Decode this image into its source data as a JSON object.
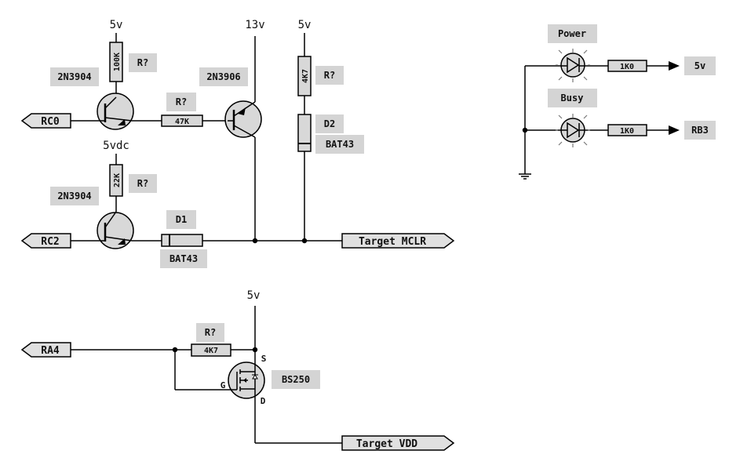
{
  "rails": {
    "v5_top_q1": "5v",
    "v13": "13v",
    "v5_top_r2": "5v",
    "v5dc": "5vdc",
    "v5_mosfet": "5v"
  },
  "resistors": {
    "r_base_q1_value": "100K",
    "r_base_q1_ref": "R?",
    "r_q1_q3_value": "47K",
    "r_q1_q3_ref": "R?",
    "r_pull_4k7_value": "4K7",
    "r_pull_4k7_ref": "R?",
    "r_base_q2_value": "22K",
    "r_base_q2_ref": "R?",
    "r_gate_value": "4K7",
    "r_gate_ref": "R?",
    "r_led_power_value": "1K0",
    "r_led_busy_value": "1K0"
  },
  "transistors": {
    "q1_part": "2N3904",
    "q2_part": "2N3904",
    "q3_part": "2N3906",
    "mosfet_part": "BS250",
    "mosfet_pin_s": "S",
    "mosfet_pin_g": "G",
    "mosfet_pin_d": "D"
  },
  "diodes": {
    "d1_ref": "D1",
    "d1_part": "BAT43",
    "d2_ref": "D2",
    "d2_part": "BAT43"
  },
  "ports": {
    "rc0": "RC0",
    "rc2": "RC2",
    "ra4": "RA4",
    "target_mclr": "Target MCLR",
    "target_vdd": "Target VDD",
    "out_5v": "5v",
    "out_rb3": "RB3"
  },
  "leds": {
    "power_label": "Power",
    "busy_label": "Busy"
  },
  "colors": {
    "wire": "#000000",
    "component_fill": "#d8d8d8",
    "label_box": "#d4d4d4"
  }
}
